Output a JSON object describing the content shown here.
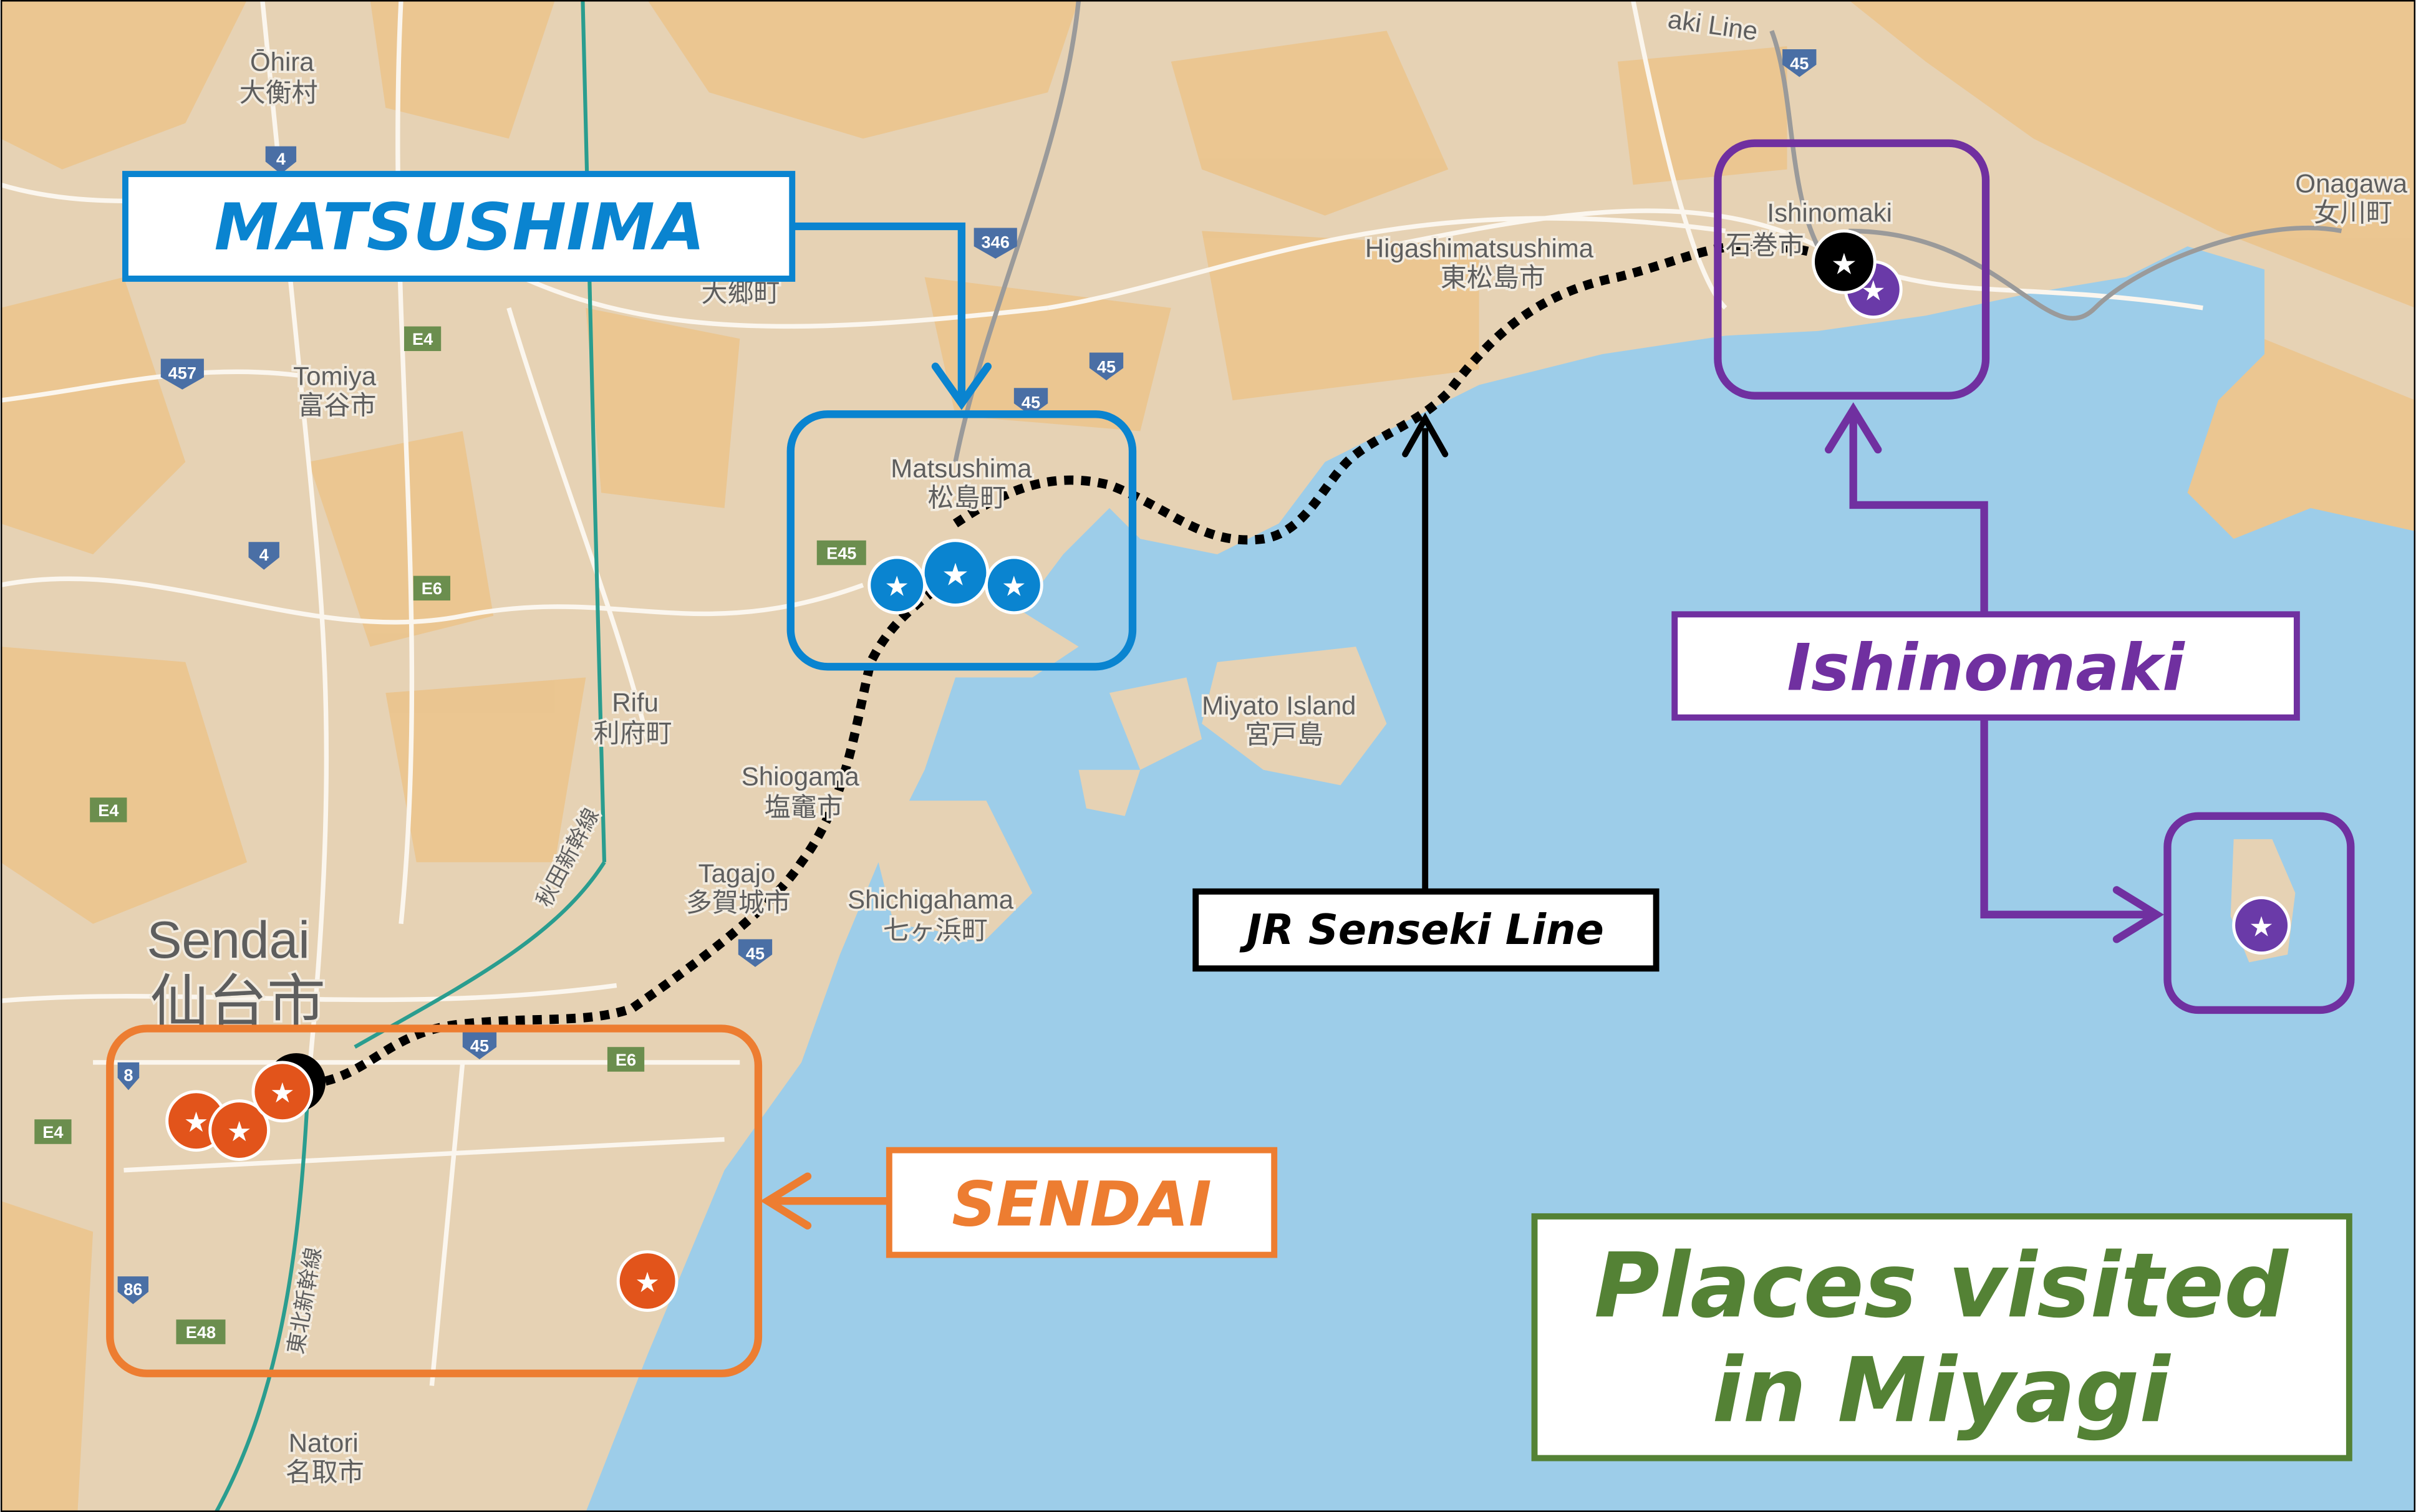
{
  "title": {
    "line1": "Places visited",
    "line2": "in Miyagi"
  },
  "callouts": {
    "matsushima": "MATSUSHIMA",
    "ishinomaki": "Ishinomaki",
    "sendai": "SENDAI",
    "rail_line": "JR Senseki Line"
  },
  "map_labels": {
    "ohira_en": "Ōhira",
    "ohira_jp": "大衡村",
    "tomiya_en": "Tomiya",
    "tomiya_jp": "富谷市",
    "osato_jp": "大郷町",
    "rifu_en": "Rifu",
    "rifu_jp": "利府町",
    "shiogama_en": "Shiogama",
    "shiogama_jp": "塩竈市",
    "tagajo_en": "Tagajo",
    "tagajo_jp": "多賀城市",
    "shichigahama_en": "Shichigahama",
    "shichigahama_jp": "七ヶ浜町",
    "sendai_en": "Sendai",
    "sendai_jp": "仙台市",
    "natori_en": "Natori",
    "natori_jp": "名取市",
    "matsushima_en": "Matsushima",
    "matsushima_jp": "松島町",
    "miyato_en": "Miyato Island",
    "miyato_jp": "宮戸島",
    "higashi_en": "Higashimatsushima",
    "higashi_jp": "東松島市",
    "ishinomaki_en": "Ishinomaki",
    "ishinomaki_jp": "石巻市",
    "onagawa_en": "Onagawa",
    "onagawa_jp": "女川町",
    "line_partial": "aki Line",
    "tohoku_shinkansen": "東北新幹線",
    "akita_shinkansen": "秋田新幹線"
  },
  "road_shields": {
    "r4a": "4",
    "r4b": "4",
    "r457": "457",
    "r346": "346",
    "r45a": "45",
    "r45b": "45",
    "r45c": "45",
    "r45d": "45",
    "r45e": "45",
    "e4a": "E4",
    "e4b": "E4",
    "e4c": "E4",
    "e6a": "E6",
    "e6b": "E6",
    "e45": "E45",
    "e48": "E48",
    "r86": "86",
    "r8": "8"
  },
  "colors": {
    "matsushima": "#0a84d0",
    "ishinomaki": "#7030a0",
    "sendai": "#ed7d31",
    "title": "#548235",
    "land": "#e8d3b4",
    "land_dark": "#ebc48d",
    "sea": "#9dcde9"
  }
}
